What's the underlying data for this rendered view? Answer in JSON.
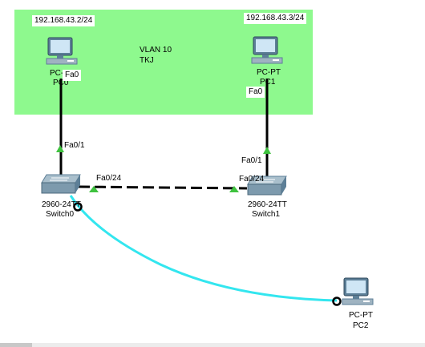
{
  "vlan_zone": {
    "color": "#8ef98e",
    "label_line1": "VLAN 10",
    "label_line2": "TKJ"
  },
  "devices": {
    "pc0": {
      "ip": "192.168.43.2/24",
      "model": "PC-PT",
      "name": "PC0",
      "port": "Fa0"
    },
    "pc1": {
      "ip": "192.168.43.3/24",
      "model": "PC-PT",
      "name": "PC1",
      "port": "Fa0"
    },
    "pc2": {
      "model": "PC-PT",
      "name": "PC2"
    },
    "switch0": {
      "model": "2960-24TT",
      "name": "Switch0",
      "port_up": "Fa0/1",
      "port_trunk": "Fa0/24"
    },
    "switch1": {
      "model": "2960-24TT",
      "name": "Switch1",
      "port_up": "Fa0/1",
      "port_trunk": "Fa0/24"
    }
  },
  "links": {
    "copper_color": "#000000",
    "cross_color": "#33e6ef",
    "status_up_color": "#3fc23f",
    "status_down_color": "#000000"
  }
}
